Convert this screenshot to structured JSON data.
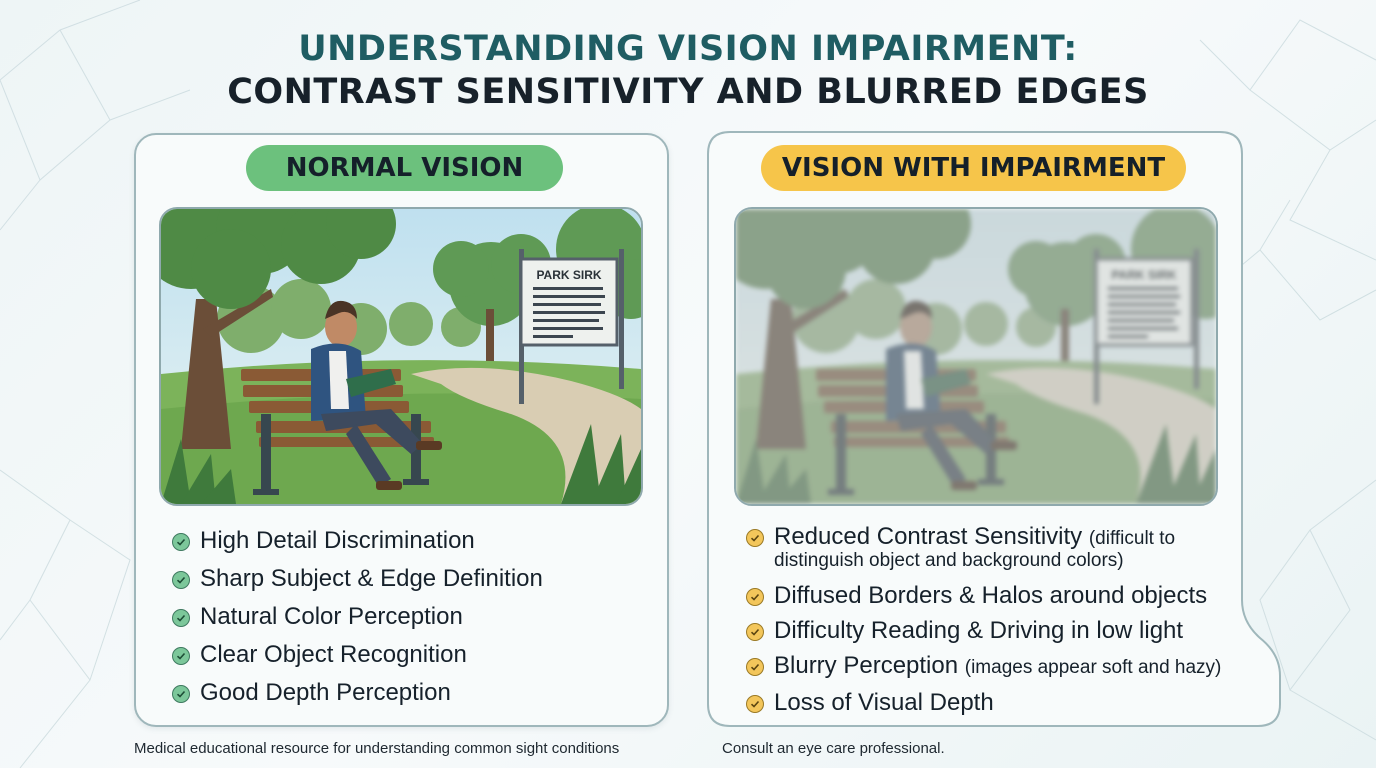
{
  "title": {
    "line1": "UNDERSTANDING VISION IMPAIRMENT:",
    "line2": "CONTRAST SENSITIVITY AND BLURRED EDGES"
  },
  "left_panel": {
    "heading": "NORMAL VISION",
    "sign_title": "PARK SIRK",
    "items": [
      "High Detail Discrimination",
      "Sharp Subject & Edge Definition",
      "Natural Color Perception",
      "Clear Object Recognition",
      "Good Depth Perception"
    ]
  },
  "right_panel": {
    "heading": "VISION WITH IMPAIRMENT",
    "sign_title": "PARK SIRK",
    "items": [
      {
        "main": "Reduced Contrast Sensitivity",
        "note": "(difficult to",
        "cont": "distinguish object and background colors)"
      },
      {
        "main": "Diffused Borders & Halos around objects"
      },
      {
        "main": "Difficulty Reading & Driving in low light"
      },
      {
        "main": "Blurry Perception",
        "note": "(images appear soft and hazy)"
      },
      {
        "main": "Loss of Visual Depth"
      }
    ]
  },
  "footer": {
    "left": "Medical educational resource for understanding common sight conditions",
    "right": "Consult an eye care professional."
  },
  "colors": {
    "title_teal": "#1f5d63",
    "normal_pill": "#6cc17d",
    "impaired_pill": "#f6c54a",
    "panel_border": "#9fb7bb"
  }
}
